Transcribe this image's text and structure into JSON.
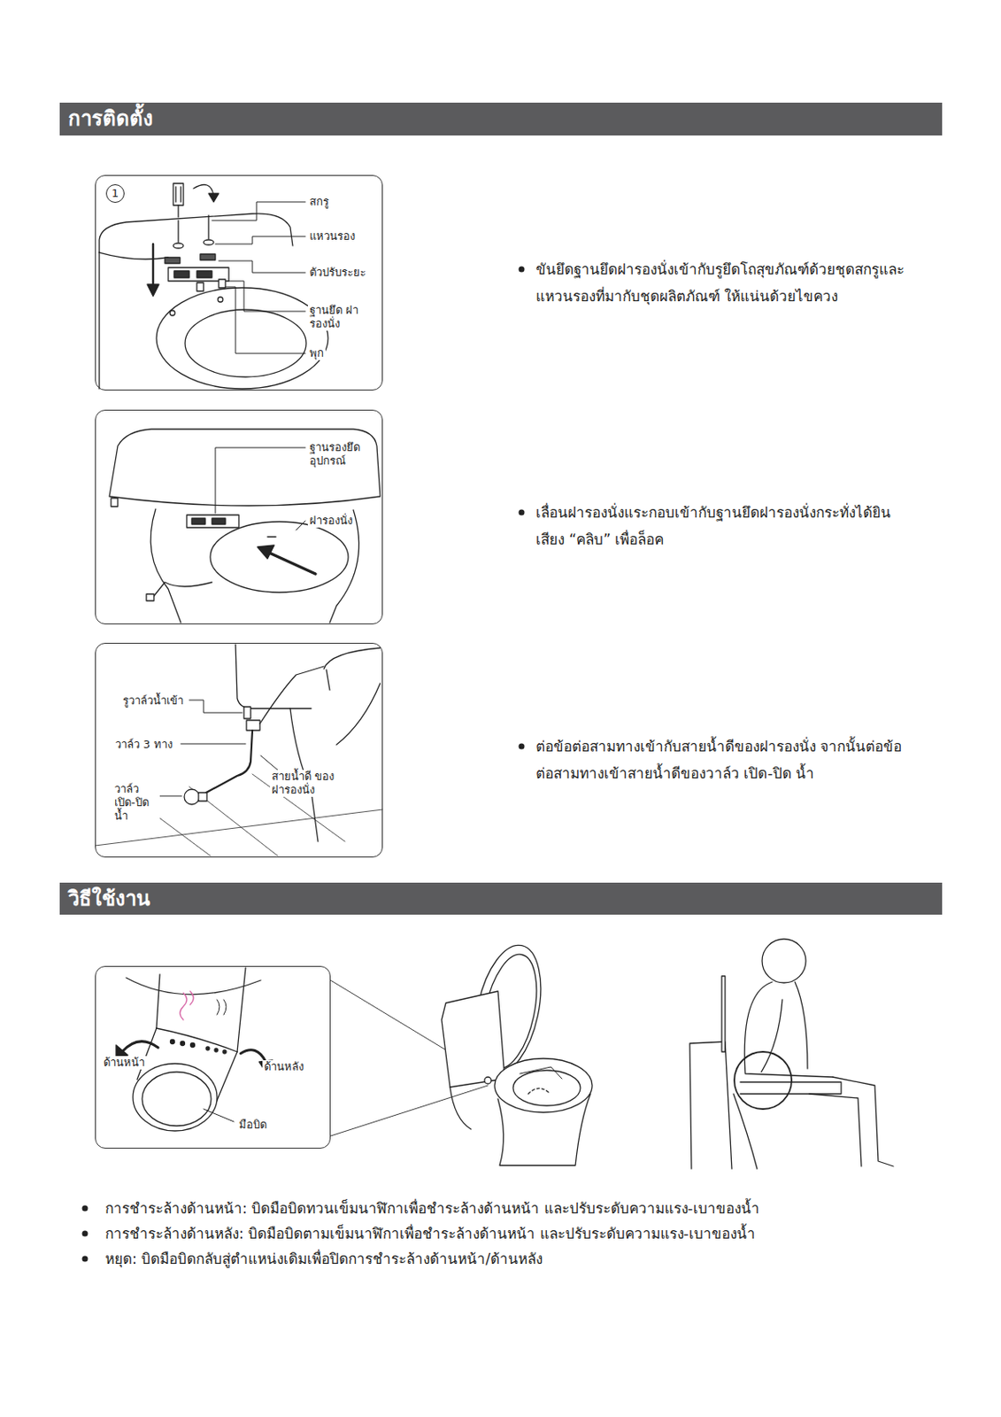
{
  "diagram": {
    "nodes": [
      {
        "text": [
          "การติดตั้ง"
        ]
      },
      {
        "text": [
          "สกรู",
          "แหวนรอง",
          "ตัวปรับระยะ",
          "ฐานยึด ฝารองนั่ง",
          "พุก"
        ]
      },
      {
        "text": [
          "1"
        ],
        "in": 1
      },
      {
        "text": [
          "ฐานรองยึด อุปกรณ์",
          "ฝารองนั่ง"
        ]
      },
      {
        "text": [
          "รูวาล์วน้ำเข้า",
          "วาล์ว 3 ทาง",
          "สายน้ำดี ของฝารองนั่ง",
          "วาล์ว เปิด-ปิดน้ำ"
        ]
      },
      {
        "text": [
          "วิธีใช้งาน"
        ]
      },
      {
        "text": [
          "ด้านหน้า",
          "ด้านหลัง",
          "มือบิด"
        ]
      }
    ],
    "labels": [
      "ขันยึดฐานยึดฝารองนั่งเข้ากับรูยึดโถสุขภัณฑ์ด้วยชุดสกรูและ แหวนรองที่มากับชุดผลิตภัณฑ์ ให้แน่นด้วยไขควง",
      "เลื่อนฝารองนั่งแระกอบเข้ากับฐานยึดฝารองนั่งกระทั่งได้ยิน เสียง “คลิบ” เพื่อล็อค",
      "ต่อข้อต่อสามทางเข้ากับสายน้ำดีของฝารองนั่ง จากนั้นต่อข้อต่อสามทางเข้าสายน้ำดีของวาล์ว เปิด-ปิด น้ำ",
      "การชำระล้างด้านหน้า: บิดมือบิดทวนเข็มนาฬิกาเพื่อชำระล้างด้านหน้า และปรับระดับความแรง-เบาของน้ำ",
      "การชำระล้างด้านหลัง: บิดมือบิดตามเข็มนาฬิกาเพื่อชำระล้างด้านหน้า และปรับระดับความแรง-เบาของน้ำ",
      "หยุด: บิดมือบิดกลับสู่ตำแหน่งเดิมเพื่อปิดการชำระล้างด้านหน้า/ด้านหลัง"
    ]
  }
}
